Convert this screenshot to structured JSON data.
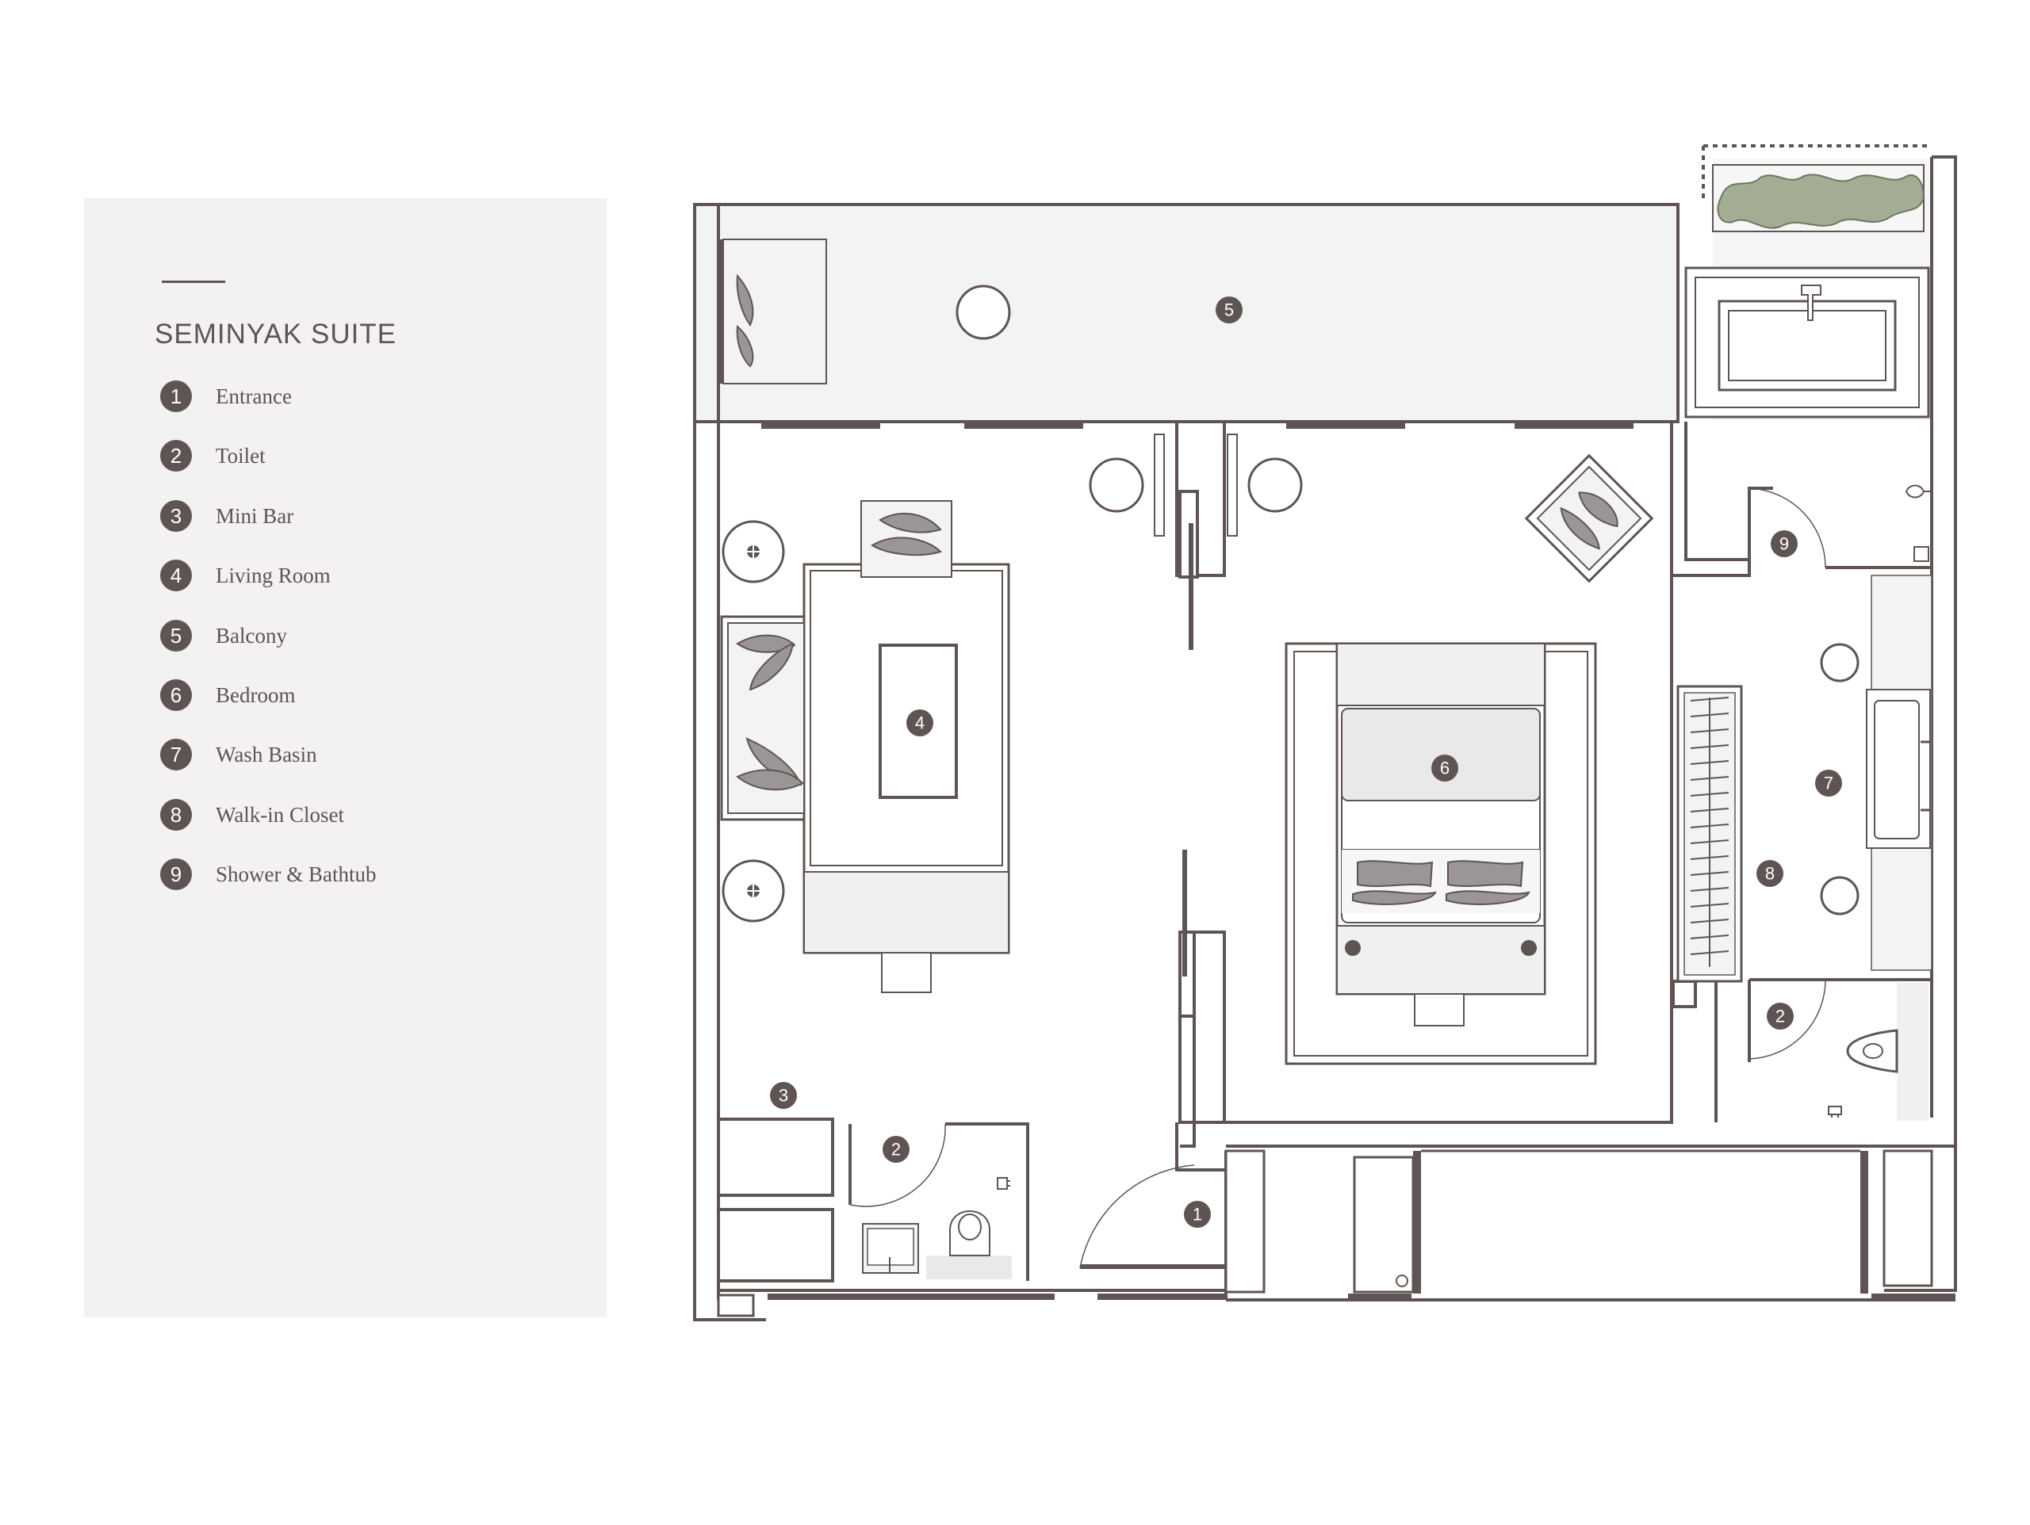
{
  "suite": {
    "title": "SEMINYAK SUITE"
  },
  "legend": [
    {
      "number": "1",
      "label": "Entrance"
    },
    {
      "number": "2",
      "label": "Toilet"
    },
    {
      "number": "3",
      "label": "Mini Bar"
    },
    {
      "number": "4",
      "label": "Living Room"
    },
    {
      "number": "5",
      "label": "Balcony"
    },
    {
      "number": "6",
      "label": "Bedroom"
    },
    {
      "number": "7",
      "label": "Wash Basin"
    },
    {
      "number": "8",
      "label": "Walk-in Closet"
    },
    {
      "number": "9",
      "label": "Shower & Bathtub"
    }
  ],
  "plan_markers": {
    "entrance": "1",
    "toilet_left": "2",
    "toilet_right": "2",
    "mini_bar": "3",
    "living_room": "4",
    "balcony": "5",
    "bedroom": "6",
    "wash_basin": "7",
    "walk_in_closet": "8",
    "shower_bathtub": "9"
  },
  "colors": {
    "wall": "#5e5453",
    "panel": "#f3f1f1",
    "floor": "#ffffff",
    "balcony_floor": "#f3f3f3",
    "furniture": "#e9e9e9",
    "plant": "#a3ad94",
    "pillow": "#9a9696"
  }
}
